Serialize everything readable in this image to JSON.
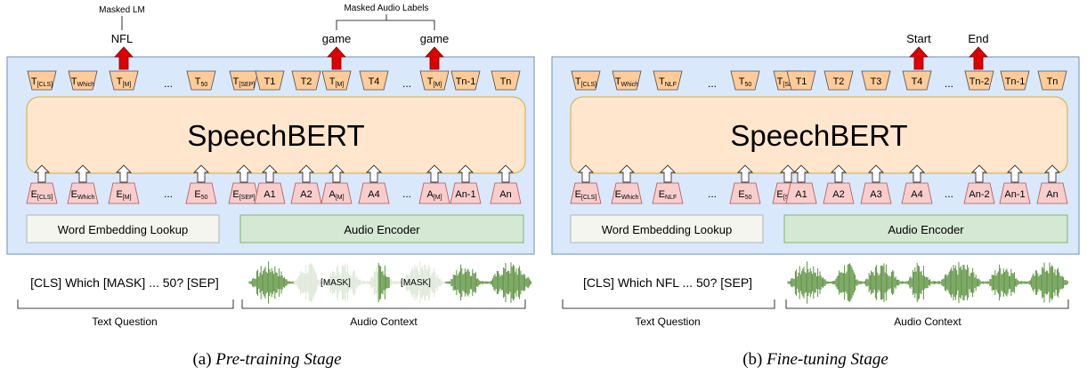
{
  "panels": [
    {
      "model_label": "SpeechBERT",
      "word_embedding_label": "Word Embedding Lookup",
      "audio_encoder_label": "Audio Encoder",
      "text_outputs": [
        {
          "main": "T",
          "sub": "[CLS]"
        },
        {
          "main": "T",
          "sub": "Which"
        },
        {
          "main": "T",
          "sub": "[M]"
        },
        {
          "main": "...",
          "sub": ""
        },
        {
          "main": "T",
          "sub": "50"
        },
        {
          "main": "T",
          "sub": "[SEP]"
        }
      ],
      "audio_outputs": [
        {
          "main": "T1",
          "sub": ""
        },
        {
          "main": "T2",
          "sub": ""
        },
        {
          "main": "T",
          "sub": "[M]"
        },
        {
          "main": "T4",
          "sub": ""
        },
        {
          "main": "...",
          "sub": ""
        },
        {
          "main": "T",
          "sub": "[M]"
        },
        {
          "main": "Tn-1",
          "sub": ""
        },
        {
          "main": "Tn",
          "sub": ""
        }
      ],
      "text_inputs": [
        {
          "main": "E",
          "sub": "[CLS]"
        },
        {
          "main": "E",
          "sub": "Which"
        },
        {
          "main": "E",
          "sub": "[M]"
        },
        {
          "main": "...",
          "sub": ""
        },
        {
          "main": "E",
          "sub": "50"
        },
        {
          "main": "E",
          "sub": "[SEP]"
        }
      ],
      "audio_inputs": [
        {
          "main": "A1",
          "sub": ""
        },
        {
          "main": "A2",
          "sub": ""
        },
        {
          "main": "A",
          "sub": "[M]"
        },
        {
          "main": "A4",
          "sub": ""
        },
        {
          "main": "...",
          "sub": ""
        },
        {
          "main": "A",
          "sub": "[M]"
        },
        {
          "main": "An-1",
          "sub": ""
        },
        {
          "main": "An",
          "sub": ""
        }
      ],
      "top_labels": {
        "masked_lm_title": "Masked LM",
        "masked_lm_word": "NFL",
        "masked_audio_title": "Masked Audio Labels",
        "audio_word_1": "game",
        "audio_word_2": "game"
      },
      "question_text": "[CLS] Which [MASK] ...  50? [SEP]",
      "text_question_label": "Text Question",
      "audio_context_label": "Audio Context",
      "mask_label_1": "[MASK]",
      "mask_label_2": "[MASK]",
      "caption_prefix": "(a) ",
      "caption_italic": "Pre-training Stage"
    },
    {
      "model_label": "SpeechBERT",
      "word_embedding_label": "Word Embedding Lookup",
      "audio_encoder_label": "Audio Encoder",
      "text_outputs": [
        {
          "main": "T",
          "sub": "[CLS]"
        },
        {
          "main": "T",
          "sub": "Which"
        },
        {
          "main": "T",
          "sub": "NLF"
        },
        {
          "main": "...",
          "sub": ""
        },
        {
          "main": "T",
          "sub": "50"
        },
        {
          "main": "T",
          "sub": "[SEP]"
        }
      ],
      "audio_outputs": [
        {
          "main": "T1",
          "sub": ""
        },
        {
          "main": "T2",
          "sub": ""
        },
        {
          "main": "T3",
          "sub": ""
        },
        {
          "main": "T4",
          "sub": ""
        },
        {
          "main": "...",
          "sub": ""
        },
        {
          "main": "Tn-2",
          "sub": ""
        },
        {
          "main": "Tn-1",
          "sub": ""
        },
        {
          "main": "Tn",
          "sub": ""
        }
      ],
      "text_inputs": [
        {
          "main": "E",
          "sub": "[CLS]"
        },
        {
          "main": "E",
          "sub": "Which"
        },
        {
          "main": "E",
          "sub": "NLF"
        },
        {
          "main": "...",
          "sub": ""
        },
        {
          "main": "E",
          "sub": "50"
        },
        {
          "main": "E",
          "sub": "[SEP]"
        }
      ],
      "audio_inputs": [
        {
          "main": "A1",
          "sub": ""
        },
        {
          "main": "A2",
          "sub": ""
        },
        {
          "main": "A3",
          "sub": ""
        },
        {
          "main": "A4",
          "sub": ""
        },
        {
          "main": "...",
          "sub": ""
        },
        {
          "main": "An-2",
          "sub": ""
        },
        {
          "main": "An-1",
          "sub": ""
        },
        {
          "main": "An",
          "sub": ""
        }
      ],
      "top_labels": {
        "start_word": "Start",
        "end_word": "End"
      },
      "question_text": "[CLS] Which NFL ...  50? [SEP]",
      "text_question_label": "Text Question",
      "audio_context_label": "Audio Context",
      "caption_prefix": "(b) ",
      "caption_italic": "Fine-tuning Stage"
    }
  ],
  "colors": {
    "panel_bg": "#dae8fc",
    "panel_border": "#6c8ebf",
    "bert_bg": "#ffe6cc",
    "bert_border": "#d6b656",
    "output_token": "#ffcc99",
    "input_token": "#f8cecc",
    "input_token_border": "#b85450",
    "word_emb_bg": "#f5f5f0",
    "audio_enc_bg": "#d5e8d4",
    "audio_enc_border": "#82b366",
    "red_arrow": "#dd0000",
    "waveform": "#3f7f1f"
  }
}
